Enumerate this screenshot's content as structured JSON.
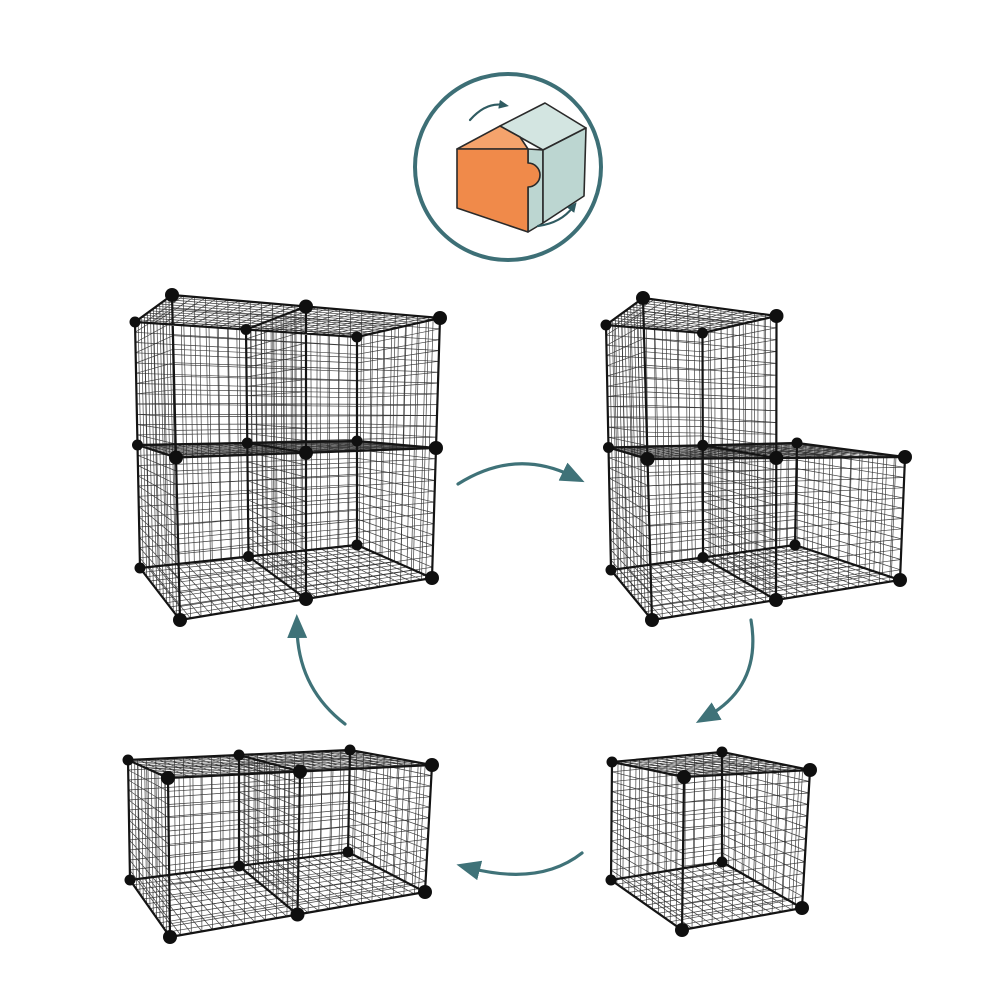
{
  "badge": {
    "icon": "modular-puzzle-cube-icon",
    "ring_color": "#3d6f76",
    "piece_a_color": "#f08a4a",
    "piece_a_top_color": "#f5a36c",
    "piece_b_color": "#bcd6d1",
    "piece_b_top_color": "#d3e5e1",
    "rotate_arrow_icon": "rotate-arrows-icon",
    "rotate_arrow_color": "#2f5b61"
  },
  "flow_arrows": {
    "icon": "curved-arrow-icon",
    "color": "#3f7278"
  },
  "wire_cubes": {
    "rod_color": "#141414",
    "mesh_color": "#2b2b2b",
    "connector_color": "#0f0f0f"
  },
  "configurations": [
    {
      "cubes": 4
    },
    {
      "cubes": 3
    },
    {
      "cubes": 1
    },
    {
      "cubes": 2
    }
  ]
}
